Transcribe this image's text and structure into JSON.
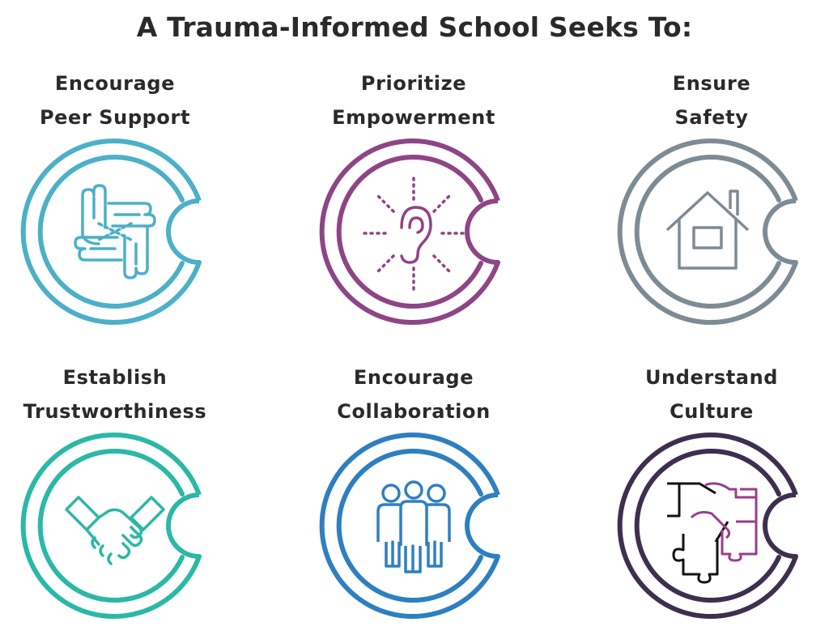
{
  "title": "A Trauma-Informed School Seeks To:",
  "items": [
    {
      "line1": "Encourage",
      "line2": "Peer Support",
      "icon": "hands-circle-icon",
      "color": "#4bb0c8"
    },
    {
      "line1": "Prioritize",
      "line2": "Empowerment",
      "icon": "ear-icon",
      "color": "#8e4585"
    },
    {
      "line1": "Ensure",
      "line2": "Safety",
      "icon": "house-icon",
      "color": "#7d8b95"
    },
    {
      "line1": "Establish",
      "line2": "Trustworthiness",
      "icon": "handshake-icon",
      "color": "#2bb8a6"
    },
    {
      "line1": "Encourage",
      "line2": "Collaboration",
      "icon": "people-group-icon",
      "color": "#2e7fc1"
    },
    {
      "line1": "Understand",
      "line2": "Culture",
      "icon": "handshake-puzzle-icon",
      "color": "#3f2f4f",
      "accent": "#9a3d8e"
    }
  ]
}
